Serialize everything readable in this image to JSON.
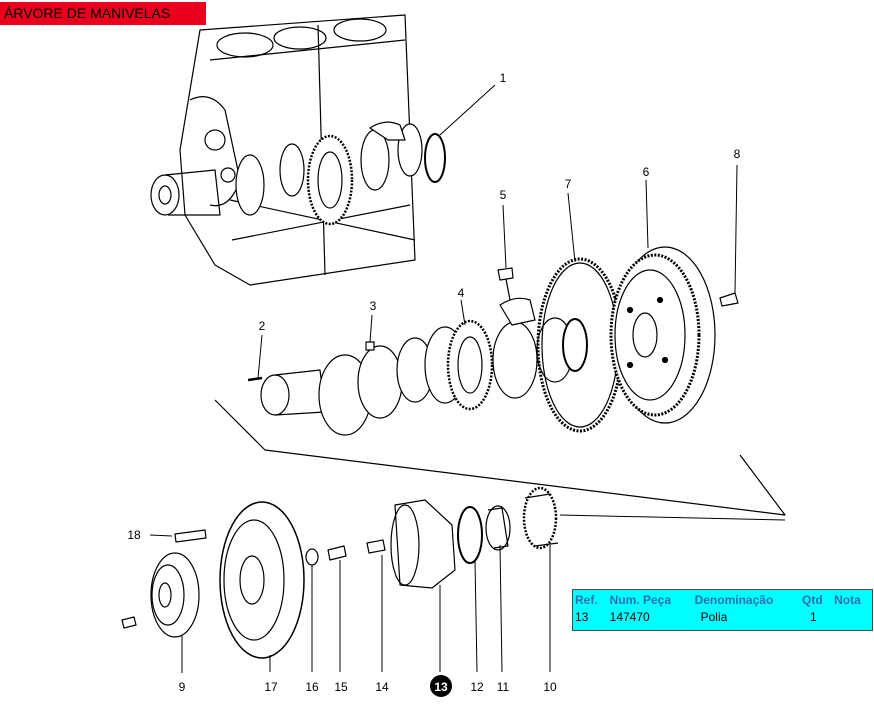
{
  "title": "ÁRVORE DE MANIVELAS",
  "callouts": [
    {
      "id": "1",
      "label": "1"
    },
    {
      "id": "2",
      "label": "2"
    },
    {
      "id": "3",
      "label": "3"
    },
    {
      "id": "4",
      "label": "4"
    },
    {
      "id": "5",
      "label": "5"
    },
    {
      "id": "6",
      "label": "6"
    },
    {
      "id": "7",
      "label": "7"
    },
    {
      "id": "8",
      "label": "8"
    },
    {
      "id": "9",
      "label": "9"
    },
    {
      "id": "10",
      "label": "10"
    },
    {
      "id": "11",
      "label": "11"
    },
    {
      "id": "12",
      "label": "12"
    },
    {
      "id": "13",
      "label": "13",
      "highlighted": true
    },
    {
      "id": "14",
      "label": "14"
    },
    {
      "id": "15",
      "label": "15"
    },
    {
      "id": "16",
      "label": "16"
    },
    {
      "id": "17",
      "label": "17"
    },
    {
      "id": "18",
      "label": "18"
    }
  ],
  "part_table": {
    "headers": [
      "Ref.",
      "Num. Peça",
      "Denominação",
      "Qtd",
      "Nota"
    ],
    "rows": [
      [
        "13",
        "147470",
        "Polia",
        "1",
        ""
      ]
    ]
  },
  "colors": {
    "title_bg": "#e8001c",
    "panel_bg": "#00ffff",
    "header_text": "#2d6fb7",
    "highlight_badge": "#000000"
  }
}
